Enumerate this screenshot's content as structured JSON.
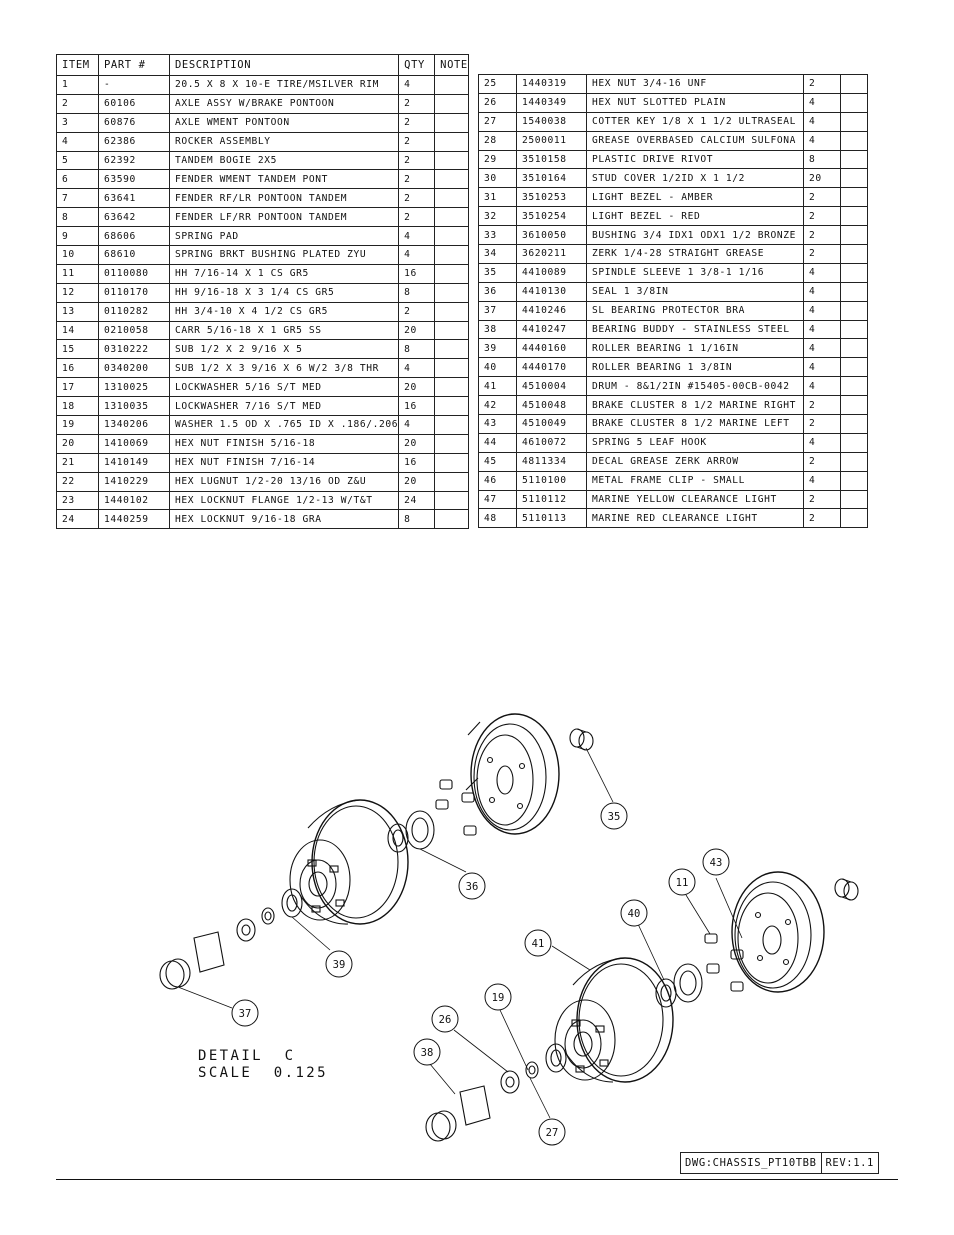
{
  "bom": {
    "headers": [
      "ITEM",
      "PART #",
      "DESCRIPTION",
      "QTY",
      "NOTE"
    ],
    "left_rows": [
      [
        "1",
        "-",
        "20.5 X 8 X 10-E TIRE/MSILVER RIM",
        "4",
        ""
      ],
      [
        "2",
        "60106",
        "AXLE ASSY  W/BRAKE PONTOON",
        "2",
        ""
      ],
      [
        "3",
        "60876",
        "AXLE WMENT   PONTOON",
        "2",
        ""
      ],
      [
        "4",
        "62386",
        "ROCKER ASSEMBLY",
        "2",
        ""
      ],
      [
        "5",
        "62392",
        "TANDEM BOGIE   2X5",
        "2",
        ""
      ],
      [
        "6",
        "63590",
        "FENDER WMENT TANDEM PONT",
        "2",
        ""
      ],
      [
        "7",
        "63641",
        "FENDER   RF/LR PONTOON TANDEM",
        "2",
        ""
      ],
      [
        "8",
        "63642",
        "FENDER   LF/RR PONTOON TANDEM",
        "2",
        ""
      ],
      [
        "9",
        "68606",
        "SPRING PAD",
        "4",
        ""
      ],
      [
        "10",
        "68610",
        "SPRING BRKT BUSHING PLATED ZYU",
        "4",
        ""
      ],
      [
        "11",
        "0110080",
        "HH 7/16-14 X 1 CS GR5",
        "16",
        ""
      ],
      [
        "12",
        "0110170",
        "HH 9/16-18 X 3 1/4 CS GR5",
        "8",
        ""
      ],
      [
        "13",
        "0110282",
        "HH 3/4-10 X 4 1/2 CS GR5",
        "2",
        ""
      ],
      [
        "14",
        "0210058",
        "CARR 5/16-18 X 1 GR5 SS",
        "20",
        ""
      ],
      [
        "15",
        "0310222",
        "SUB 1/2 X 2 9/16 X 5",
        "8",
        ""
      ],
      [
        "16",
        "0340200",
        "SUB 1/2 X 3 9/16 X 6 W/2 3/8 THR",
        "4",
        ""
      ],
      [
        "17",
        "1310025",
        "LOCKWASHER 5/16 S/T MED",
        "20",
        ""
      ],
      [
        "18",
        "1310035",
        "LOCKWASHER 7/16 S/T MED",
        "16",
        ""
      ],
      [
        "19",
        "1340206",
        "WASHER 1.5 OD X .765 ID X .186/.206",
        "4",
        ""
      ],
      [
        "20",
        "1410069",
        "HEX NUT FINISH 5/16-18",
        "20",
        ""
      ],
      [
        "21",
        "1410149",
        "HEX NUT FINISH 7/16-14",
        "16",
        ""
      ],
      [
        "22",
        "1410229",
        "HEX LUGNUT 1/2-20 13/16 OD Z&U",
        "20",
        ""
      ],
      [
        "23",
        "1440102",
        "HEX LOCKNUT FLANGE 1/2-13 W/T&T",
        "24",
        ""
      ],
      [
        "24",
        "1440259",
        "HEX LOCKNUT 9/16-18 GRA",
        "8",
        ""
      ]
    ],
    "right_rows": [
      [
        "25",
        "1440319",
        "HEX NUT 3/4-16 UNF",
        "2",
        ""
      ],
      [
        "26",
        "1440349",
        "HEX NUT SLOTTED PLAIN",
        "4",
        ""
      ],
      [
        "27",
        "1540038",
        "COTTER KEY 1/8 X 1 1/2 ULTRASEAL",
        "4",
        ""
      ],
      [
        "28",
        "2500011",
        "GREASE OVERBASED CALCIUM SULFONA",
        "4",
        ""
      ],
      [
        "29",
        "3510158",
        "PLASTIC DRIVE RIVOT",
        "8",
        ""
      ],
      [
        "30",
        "3510164",
        "STUD COVER 1/2ID X 1 1/2",
        "20",
        ""
      ],
      [
        "31",
        "3510253",
        "LIGHT BEZEL - AMBER",
        "2",
        ""
      ],
      [
        "32",
        "3510254",
        "LIGHT BEZEL - RED",
        "2",
        ""
      ],
      [
        "33",
        "3610050",
        "BUSHING  3/4 IDX1 ODX1 1/2 BRONZE",
        "2",
        ""
      ],
      [
        "34",
        "3620211",
        "ZERK  1/4-28 STRAIGHT GREASE",
        "2",
        ""
      ],
      [
        "35",
        "4410089",
        "SPINDLE SLEEVE  1 3/8-1 1/16",
        "4",
        ""
      ],
      [
        "36",
        "4410130",
        "SEAL  1 3/8IN",
        "4",
        ""
      ],
      [
        "37",
        "4410246",
        "SL BEARING PROTECTOR BRA",
        "4",
        ""
      ],
      [
        "38",
        "4410247",
        "BEARING BUDDY - STAINLESS STEEL",
        "4",
        ""
      ],
      [
        "39",
        "4440160",
        "ROLLER BEARING   1 1/16IN",
        "4",
        ""
      ],
      [
        "40",
        "4440170",
        "ROLLER BEARING   1 3/8IN",
        "4",
        ""
      ],
      [
        "41",
        "4510004",
        "DRUM - 8&1/2IN  #15405-00CB-0042",
        "4",
        ""
      ],
      [
        "42",
        "4510048",
        "BRAKE CLUSTER 8 1/2 MARINE RIGHT",
        "2",
        ""
      ],
      [
        "43",
        "4510049",
        "BRAKE CLUSTER 8 1/2 MARINE LEFT",
        "2",
        ""
      ],
      [
        "44",
        "4610072",
        "SPRING  5 LEAF HOOK",
        "4",
        ""
      ],
      [
        "45",
        "4811334",
        "DECAL GREASE ZERK ARROW",
        "2",
        ""
      ],
      [
        "46",
        "5110100",
        "METAL FRAME CLIP - SMALL",
        "4",
        ""
      ],
      [
        "47",
        "5110112",
        "MARINE YELLOW CLEARANCE LIGHT",
        "2",
        ""
      ],
      [
        "48",
        "5110113",
        "MARINE RED CLEARANCE LIGHT",
        "2",
        ""
      ]
    ]
  },
  "drawing": {
    "detail_title": "DETAIL  C",
    "detail_scale": "SCALE  0.125",
    "balloons": [
      "35",
      "36",
      "39",
      "37",
      "11",
      "43",
      "40",
      "41",
      "19",
      "26",
      "38",
      "27"
    ]
  },
  "title_block": {
    "dwg": "DWG:CHASSIS_PT10TBB",
    "rev": "REV:1.1"
  }
}
